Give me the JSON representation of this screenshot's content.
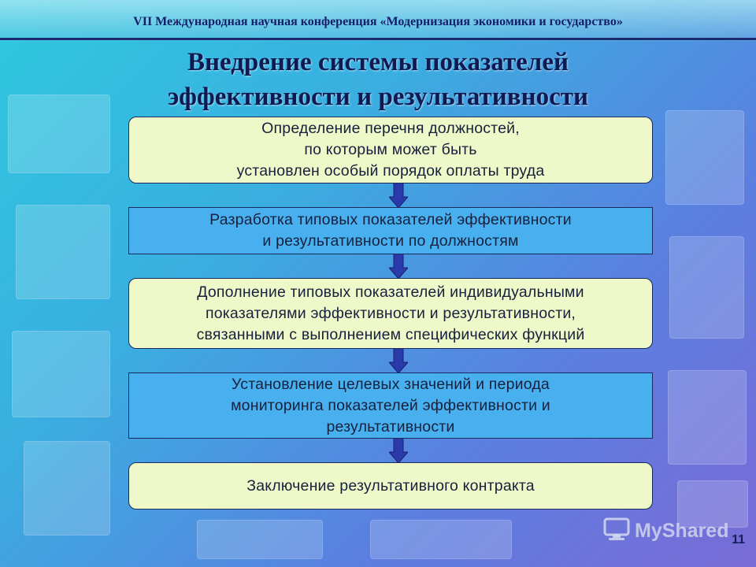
{
  "conference_title": "VII Международная научная конференция «Модернизация экономики и государство»",
  "slide_title": "Внедрение системы показателей\nэффективности и результативности",
  "steps": [
    {
      "text": "Определение перечня должностей,\nпо которым может быть\nустановлен особый порядок оплаты труда",
      "style": "light"
    },
    {
      "text": "Разработка типовых показателей эффективности\nи результативности по должностям",
      "style": "blue"
    },
    {
      "text": "Дополнение типовых показателей индивидуальными\nпоказателями эффективности и результативности,\nсвязанными с выполнением специфических функций",
      "style": "light"
    },
    {
      "text": "Установление целевых значений и периода\nмониторинга показателей эффективности и\nрезультативности",
      "style": "blue"
    },
    {
      "text": "Заключение результативного контракта",
      "style": "light"
    }
  ],
  "watermark": "MyShared",
  "slide_number": "11",
  "colors": {
    "light_box": "#eef8c8",
    "blue_box": "#48b0ee",
    "arrow": "#2a3aa8",
    "title": "#101a52"
  },
  "icons": {
    "watermark_logo": "monitor-icon"
  }
}
